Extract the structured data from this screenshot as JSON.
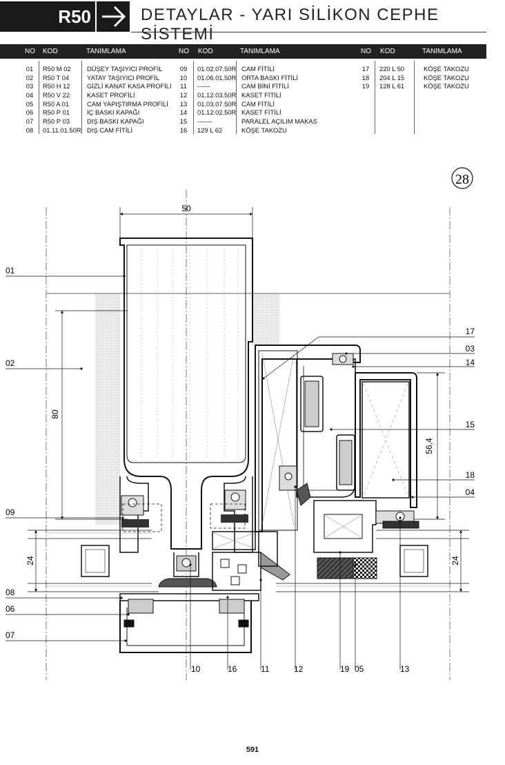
{
  "header": {
    "series": "R50",
    "title": "DETAYLAR - YARI SİLİKON CEPHE SİSTEMİ"
  },
  "table": {
    "headers": [
      {
        "no": "NO",
        "kod": "KOD",
        "tanimlama": "TANIMLAMA"
      },
      {
        "no": "NO",
        "kod": "KOD",
        "tanimlama": "TANIMLAMA"
      },
      {
        "no": "NO",
        "kod": "KOD",
        "tanimlama": "TANIMLAMA"
      }
    ],
    "columns": [
      {
        "no": [
          "01",
          "02",
          "03",
          "04",
          "05",
          "06",
          "07",
          "08"
        ],
        "kod": [
          "R50 M 02",
          "R50 T 04",
          "R50 H 12",
          "R50 V 22",
          "R50 A 01",
          "R50 P 01",
          "R50 P 03",
          "01.11.01.50R"
        ],
        "tanimlama": [
          "DÜŞEY TAŞIYICI PROFİL",
          "YATAY TAŞIYICI PROFİL",
          "GİZLİ KANAT KASA PROFİLİ",
          "KASET PROFİLİ",
          "CAM YAPIŞTIRMA PROFİLİ",
          "İÇ BASKI KAPAĞI",
          "DIŞ BASKI KAPAĞI",
          "DIŞ CAM FİTİLİ"
        ]
      },
      {
        "no": [
          "09",
          "10",
          "11",
          "12",
          "13",
          "14",
          "15",
          "16"
        ],
        "kod": [
          "01.02.07.50R",
          "01.06.01.50R",
          "------",
          "01.12.03.50R",
          "01.03.07.50R",
          "01.12.02.50R",
          "-------",
          "129 L 62"
        ],
        "tanimlama": [
          "CAM FİTİLİ",
          "ORTA BASKI FİTİLİ",
          "CAM BİNİ FİTİLİ",
          "KASET FİTİLİ",
          "CAM FİTİLİ",
          "KASET FİTİLİ",
          "PARALEL AÇILIM MAKAS",
          "KÖŞE TAKOZU"
        ]
      },
      {
        "no": [
          "17",
          "18",
          "19"
        ],
        "kod": [
          "220 L 50",
          "204 L 15",
          "128 L 61"
        ],
        "tanimlama": [
          "KÖŞE TAKOZU",
          "KÖŞE TAKOZU",
          "KÖŞE TAKOZU"
        ]
      }
    ]
  },
  "drawing": {
    "detail_number": "28",
    "dimensions": {
      "top": "50",
      "left_vertical": "80",
      "right_vertical": "56,4",
      "glass_left": "24",
      "glass_right": "24"
    },
    "left_labels": [
      "01",
      "02",
      "09",
      "08",
      "06",
      "07"
    ],
    "right_labels": [
      "17",
      "03",
      "14",
      "15",
      "18",
      "04"
    ],
    "bottom_labels": [
      "10",
      "16",
      "11",
      "12",
      "19",
      "05",
      "13"
    ]
  },
  "footer": {
    "page_number": "591"
  }
}
